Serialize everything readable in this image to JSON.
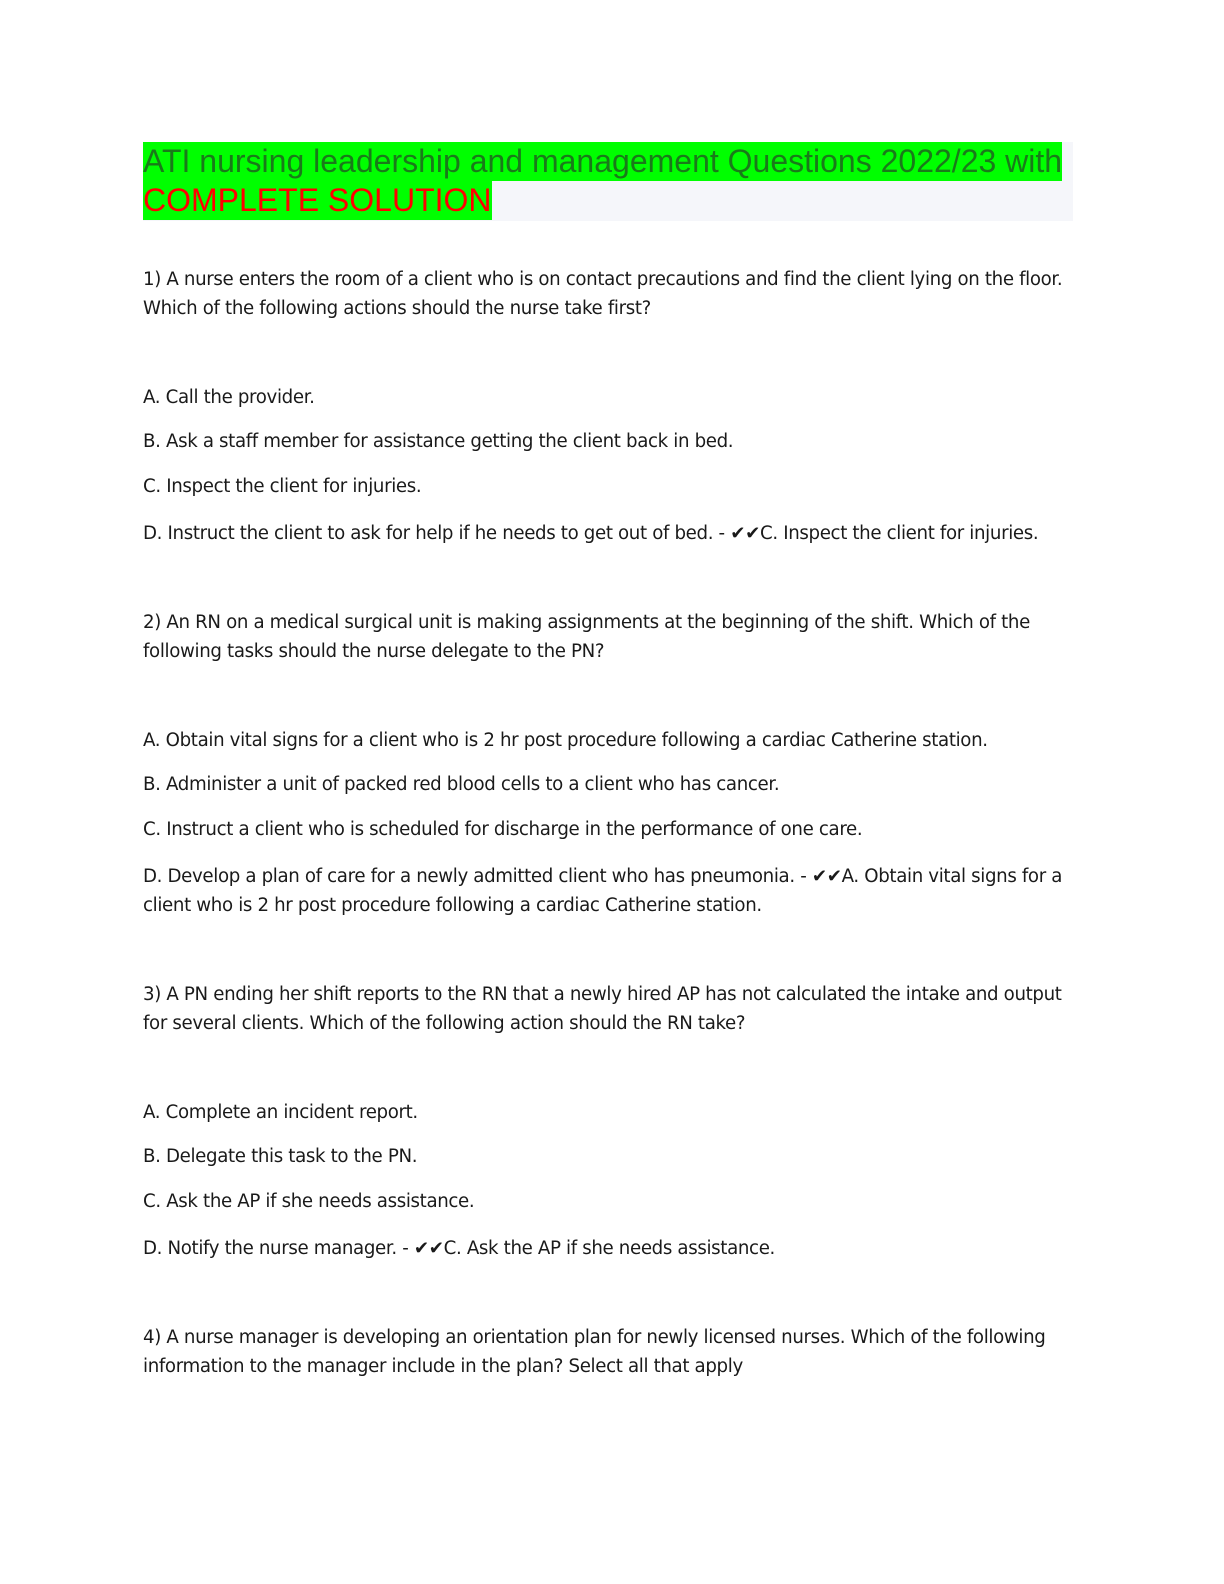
{
  "title": {
    "line1": "ATI nursing leadership and management Questions 2022/23 with",
    "line2": "COMPLETE SOLUTION",
    "highlight_color": "#00ff00",
    "line2_color": "#ff0000"
  },
  "questions": [
    {
      "stem": "1) A nurse enters the room of a client who is on contact precautions and find the client lying on the floor. Which of the following actions should the nurse take first?",
      "options": [
        "A. Call the provider.",
        "B. Ask a staff member for assistance getting the client back in bed.",
        "C. Inspect the client for injuries.",
        "D. Instruct the client to ask for help if he needs to get out of bed. - ✔✔C. Inspect the client for injuries."
      ]
    },
    {
      "stem": "2) An RN on a medical surgical unit is making assignments at the beginning of the shift. Which of the following tasks should the nurse delegate to the PN?",
      "options": [
        "A. Obtain vital signs for a client who is 2 hr post procedure following a cardiac Catherine station.",
        "B. Administer a unit of packed red blood cells to a client who has cancer.",
        "C. Instruct a client who is scheduled for discharge in the performance of one care.",
        "D. Develop a plan of care for a newly admitted client who has pneumonia. - ✔✔A. Obtain vital signs for a client who is 2 hr post procedure following a cardiac Catherine station."
      ]
    },
    {
      "stem": "3) A PN ending her shift reports to the RN that a newly hired AP has not calculated the intake and output for several clients. Which of the following action should the RN take?",
      "options": [
        "A. Complete an incident report.",
        "B. Delegate this task to the PN.",
        "C. Ask the AP if she needs assistance.",
        "D. Notify the nurse manager. - ✔✔C. Ask the AP if she needs assistance."
      ]
    },
    {
      "stem": "4) A nurse manager is developing an orientation plan for newly licensed nurses. Which of the following information to the manager include in the plan? Select all that apply",
      "options": []
    }
  ]
}
